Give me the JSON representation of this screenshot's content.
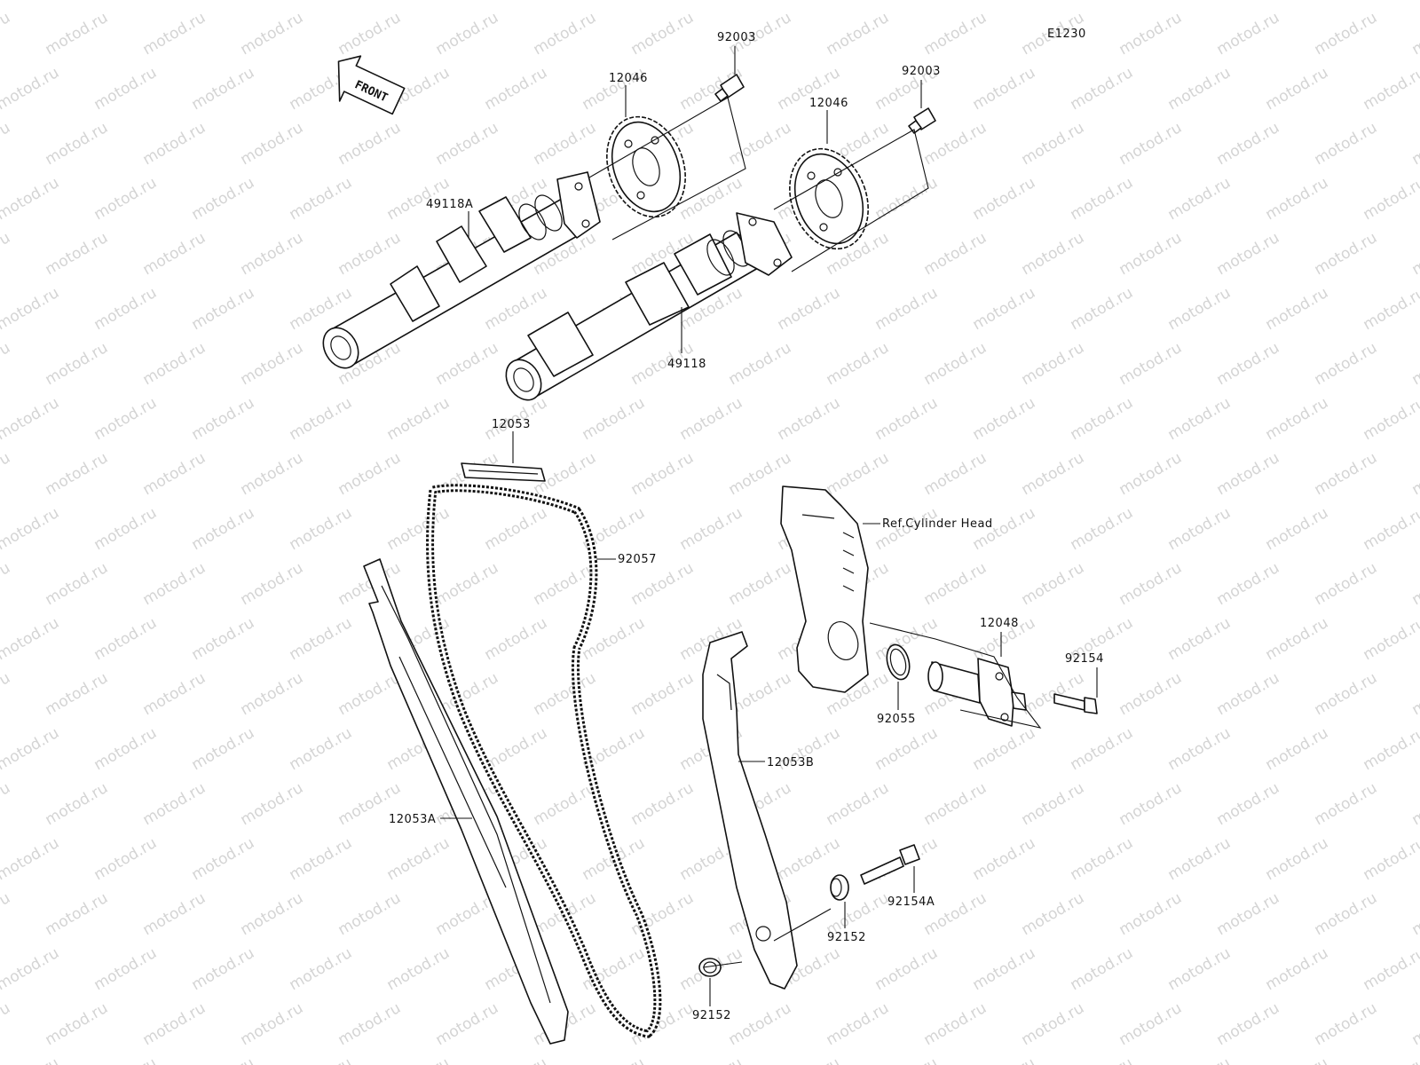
{
  "diagram_code": "E1230",
  "front_label": "FRONT",
  "watermark": "motod.ru",
  "labels": {
    "bolt_1": "92003",
    "bolt_2": "92003",
    "sprocket_1": "12046",
    "sprocket_2": "12046",
    "camshaft_a": "49118A",
    "camshaft": "49118",
    "guide_top": "12053",
    "chain": "92057",
    "guide_a": "12053A",
    "guide_b": "12053B",
    "ref_cylinder_head": "Ref.Cylinder Head",
    "tensioner": "12048",
    "tensioner_bolt": "92154",
    "oring": "92055",
    "pivot_bolt": "92154A",
    "collar_1": "92152",
    "collar_2": "92152"
  }
}
